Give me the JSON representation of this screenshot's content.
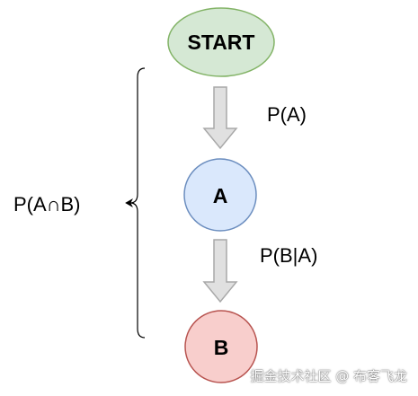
{
  "nodes": {
    "start": {
      "label": "START",
      "fill": "#d5e8d4",
      "stroke": "#82b366"
    },
    "a": {
      "label": "A",
      "fill": "#dae8fc",
      "stroke": "#6c8ebf"
    },
    "b": {
      "label": "B",
      "fill": "#f8cecc",
      "stroke": "#b85450"
    }
  },
  "edges": {
    "start_to_a": {
      "label": "P(A)"
    },
    "a_to_b": {
      "label": "P(B|A)"
    }
  },
  "brace": {
    "label": "P(A∩B)"
  },
  "arrow_colors": {
    "fill": "#e0e0e0",
    "stroke": "#a8a8a8"
  },
  "watermark": {
    "text": "掘金技术社区 @ 布客飞龙"
  }
}
